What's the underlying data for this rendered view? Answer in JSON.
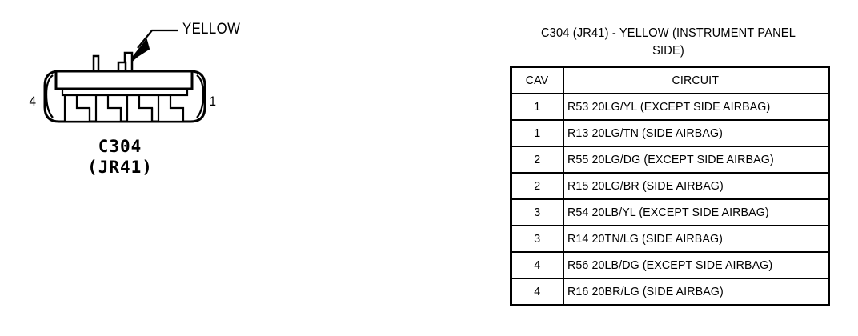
{
  "diagram": {
    "callout": {
      "label": "YELLOW",
      "arrow_icon": "arrow-pointer-icon"
    },
    "pins": {
      "left_number": "4",
      "right_number": "1"
    },
    "connector_name_line1": "C304",
    "connector_name_line2": "(JR41)",
    "cavity_count": 4
  },
  "table": {
    "title_line1": "C304 (JR41) - YELLOW (INSTRUMENT PANEL",
    "title_line2": "SIDE)",
    "headers": {
      "cav": "CAV",
      "circuit": "CIRCUIT"
    },
    "rows": [
      {
        "cav": "1",
        "circuit": "R53 20LG/YL (EXCEPT SIDE AIRBAG)"
      },
      {
        "cav": "1",
        "circuit": "R13 20LG/TN (SIDE AIRBAG)"
      },
      {
        "cav": "2",
        "circuit": "R55 20LG/DG (EXCEPT SIDE AIRBAG)"
      },
      {
        "cav": "2",
        "circuit": "R15 20LG/BR (SIDE AIRBAG)"
      },
      {
        "cav": "3",
        "circuit": "R54 20LB/YL (EXCEPT SIDE AIRBAG)"
      },
      {
        "cav": "3",
        "circuit": "R14 20TN/LG (SIDE AIRBAG)"
      },
      {
        "cav": "4",
        "circuit": "R56 20LB/DG (EXCEPT SIDE AIRBAG)"
      },
      {
        "cav": "4",
        "circuit": "R16 20BR/LG (SIDE AIRBAG)"
      }
    ]
  },
  "colors": {
    "ink": "#000000",
    "paper": "#ffffff"
  }
}
